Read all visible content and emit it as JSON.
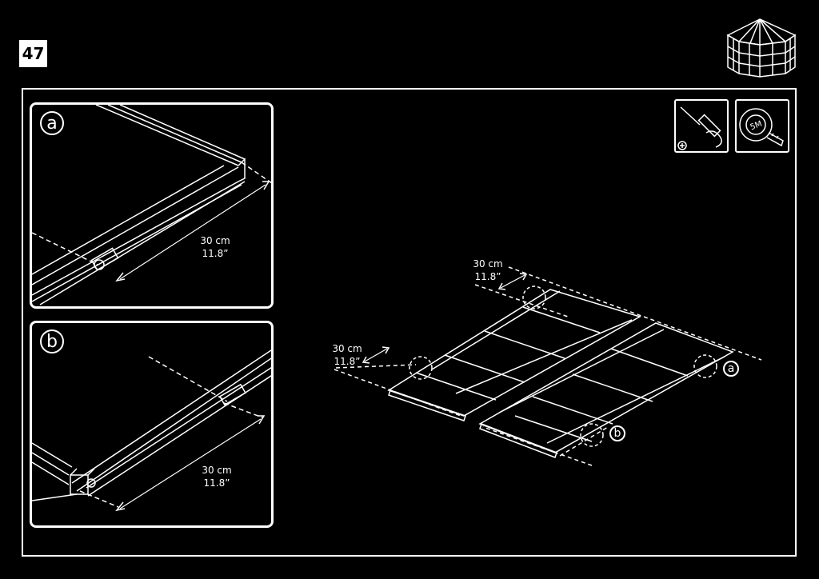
{
  "step": {
    "number": "47"
  },
  "detail_a": {
    "label": "a",
    "metric": "30 cm",
    "imperial": "11.8”"
  },
  "detail_b": {
    "label": "b",
    "metric": "30 cm",
    "imperial": "11.8”"
  },
  "main": {
    "measure_top": {
      "metric": "30 cm",
      "imperial": "11.8”"
    },
    "measure_left": {
      "metric": "30 cm",
      "imperial": "11.8”"
    },
    "callout_a": "a",
    "callout_b": "b"
  },
  "tools": [
    {
      "icon": "phillips-screwdriver-icon"
    },
    {
      "icon": "tape-measure-icon",
      "text": "5M"
    }
  ],
  "product_icon": "gazebo-thumbnail-icon",
  "colors": {
    "background": "#000000",
    "line": "#ffffff"
  }
}
